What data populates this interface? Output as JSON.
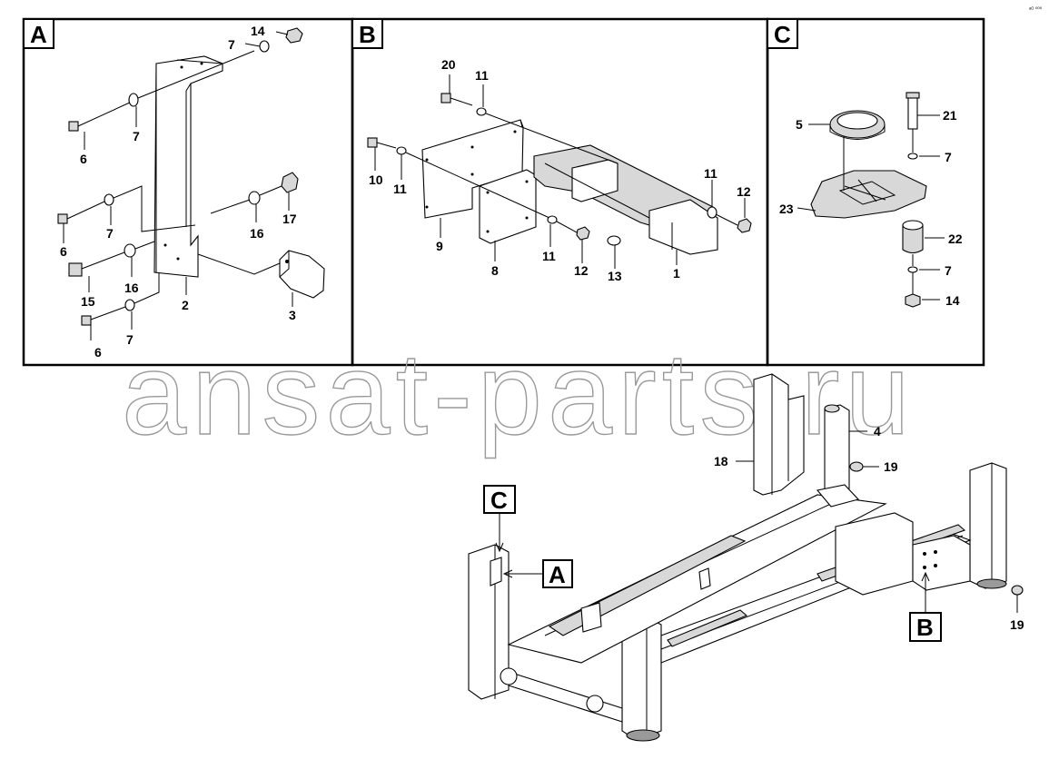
{
  "corner_code": "ᵃᴼ ⁰⁰⁰",
  "watermark": "ansat-parts.ru",
  "panels": {
    "A": {
      "letter": "A"
    },
    "B": {
      "letter": "B"
    },
    "C": {
      "letter": "C"
    }
  },
  "main_badges": {
    "C": "C",
    "A": "A",
    "B": "B"
  },
  "callouts": {
    "a_14": "14",
    "a_7_top": "7",
    "a_7_mid": "7",
    "a_6_top": "6",
    "a_17": "17",
    "a_16_right": "16",
    "a_6_mid": "6",
    "a_7_left": "7",
    "a_15": "15",
    "a_16_bottom": "16",
    "a_2": "2",
    "a_3": "3",
    "a_6_bottom": "6",
    "a_7_bottom": "7",
    "b_20": "20",
    "b_11_top": "11",
    "b_10": "10",
    "b_11_left": "11",
    "b_9": "9",
    "b_8": "8",
    "b_11_mid": "11",
    "b_12_mid": "12",
    "b_13": "13",
    "b_1": "1",
    "b_11_right": "11",
    "b_12_right": "12",
    "c_5": "5",
    "c_21": "21",
    "c_7_top": "7",
    "c_23": "23",
    "c_22": "22",
    "c_7_bottom": "7",
    "c_14": "14",
    "m_4": "4",
    "m_18": "18",
    "m_19_top": "19",
    "m_19_right": "19"
  }
}
